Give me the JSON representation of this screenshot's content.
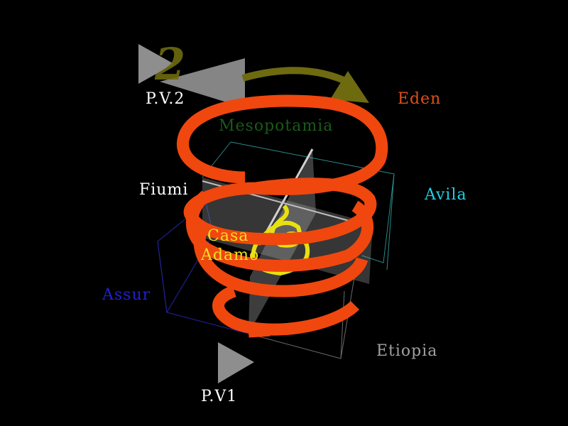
{
  "labels": {
    "pv2": "P.V.2",
    "pv1": "P.V1",
    "eden": "Eden",
    "mesopotamia": "Mesopotamia",
    "fiumi": "Fiumi",
    "avila": "Avila",
    "casa": "Casa",
    "adamo": "Adamo",
    "assur": "Assur",
    "etiopia": "Etiopia"
  },
  "logo_text": "2",
  "colors": {
    "helix": "#f0470f",
    "inner_helix": "#e8e010",
    "arrow": "#6e6a10",
    "eden": "#e0501a",
    "mesopotamia": "#1a5a1a",
    "avila": "#20d0e0",
    "assur": "#2020d0",
    "casa": "#f0e020",
    "etiopia": "#a0a0a0"
  }
}
